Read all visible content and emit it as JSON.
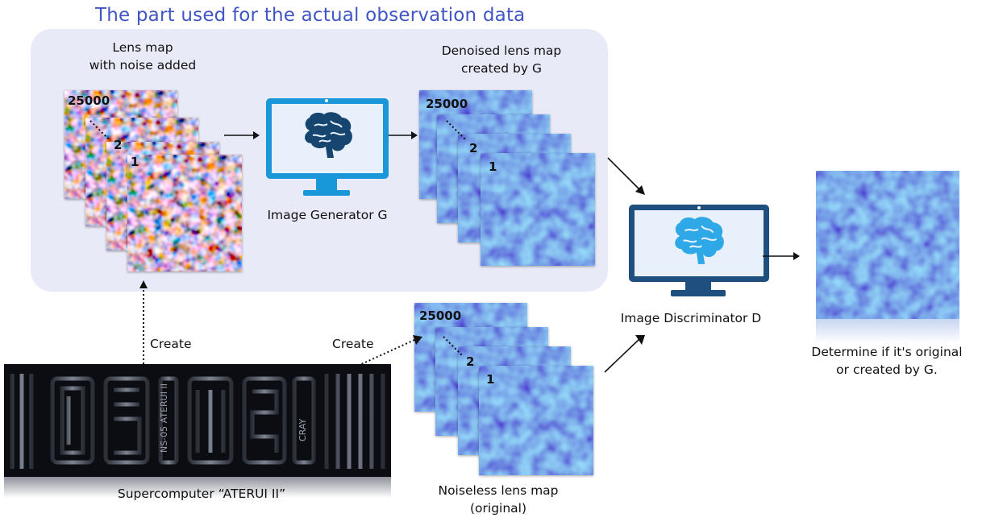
{
  "title": "The part used for the actual observation data",
  "noisy_stack": {
    "label_line1": "Lens map",
    "label_line2": "with noise added",
    "num_top": "25000",
    "num_mid": "2",
    "num_front": "1"
  },
  "generator": {
    "label": "Image Generator G"
  },
  "denoised_stack": {
    "label_line1": "Denoised lens map",
    "label_line2": "created by G",
    "num_top": "25000",
    "num_mid": "2",
    "num_front": "1"
  },
  "discriminator": {
    "label": "Image Discriminator D"
  },
  "result": {
    "label_line1": "Determine if it's original",
    "label_line2": "or created by G."
  },
  "noiseless_stack": {
    "label_line1": "Noiseless lens map",
    "label_line2": "(original)",
    "num_top": "25000",
    "num_mid": "2",
    "num_front": "1"
  },
  "supercomputer": {
    "label": "Supercomputer “ATERUI II”",
    "rack_text_1": "NS-05 ATERUI II",
    "rack_text_2": "CRAY"
  },
  "arrows": {
    "create_left": "Create",
    "create_right": "Create"
  },
  "colors": {
    "title": "#3f56c4",
    "panel": "#e9eaf8",
    "monitor_light": "#1997d9",
    "monitor_dark": "#1e4f7e",
    "brain_light": "#2fa8e8",
    "brain_dark": "#16456f"
  },
  "icons": [
    "brain-icon",
    "monitor-icon",
    "arrow-icon"
  ]
}
